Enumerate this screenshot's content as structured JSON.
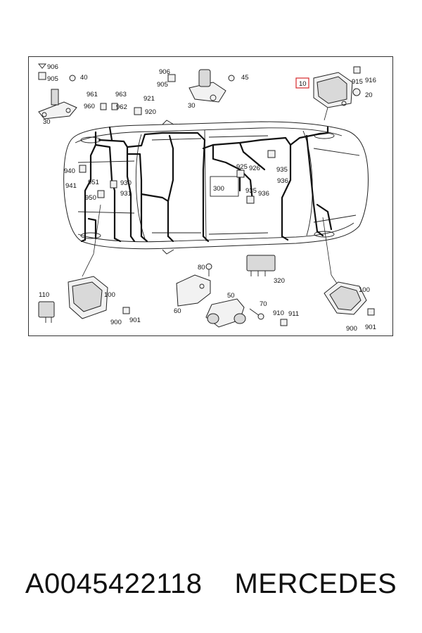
{
  "diagram": {
    "highlighted_callout": "10",
    "highlight_color": "#d6282b",
    "callouts": [
      "906",
      "905",
      "40",
      "30",
      "961",
      "963",
      "921",
      "960",
      "962",
      "920",
      "906",
      "905",
      "45",
      "30",
      "915",
      "916",
      "20",
      "940",
      "941",
      "951",
      "950",
      "930",
      "931",
      "925",
      "926",
      "935",
      "936",
      "300",
      "935",
      "936",
      "80",
      "320",
      "110",
      "100",
      "900",
      "901",
      "60",
      "50",
      "70",
      "910",
      "911",
      "100",
      "900",
      "901"
    ]
  },
  "caption": {
    "part_number": "A0045422118",
    "brand": "MERCEDES"
  }
}
